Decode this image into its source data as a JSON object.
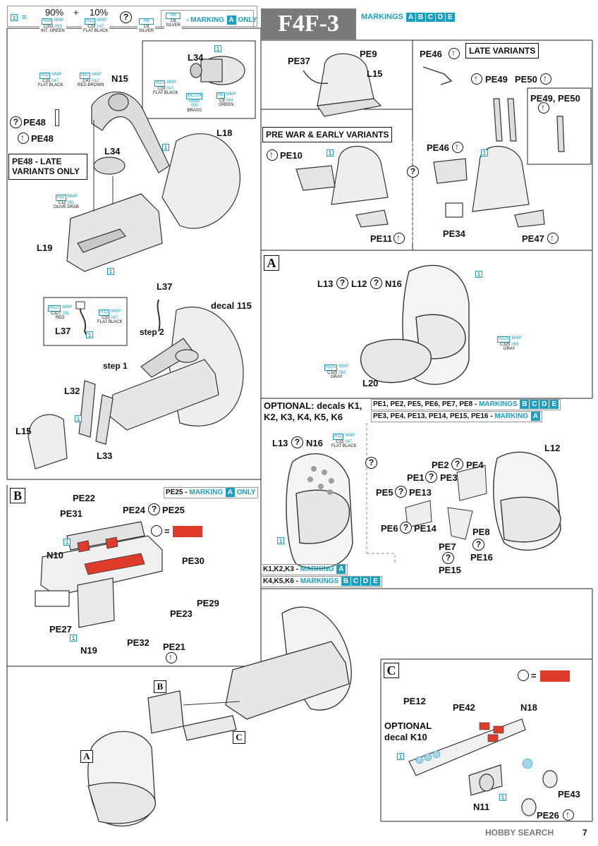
{
  "header": {
    "mix_num": "1",
    "mix_pct_a": "90%",
    "plus": "+",
    "mix_pct_b": "10%",
    "mix_a": {
      "h": "H58",
      "mmp": "MMP",
      "c": "C351",
      "n": "059",
      "name": "INT. GREEN"
    },
    "mix_b": {
      "h": "H12",
      "mmp": "MMP",
      "c": "C33",
      "n": "047",
      "name": "FLAT BLACK"
    },
    "silver": {
      "h": "H8",
      "c": "C8",
      "name": "SILVER"
    },
    "silver2": {
      "h": "H8",
      "c": "C8",
      "name": "SILVER"
    },
    "marking_only_text": "- MARKING",
    "marking_only_letter": "A",
    "marking_only_suffix": "ONLY",
    "title": "F4F-3",
    "markings_label": "MARKINGS",
    "markings_letters": [
      "A",
      "B",
      "C",
      "D",
      "E"
    ]
  },
  "colors": {
    "accent": "#1a9fc0",
    "red": "#e03a2b",
    "title_bg": "#7a7a7a"
  },
  "labels": {
    "L34": "L34",
    "N15": "N15",
    "PE48a": "PE48",
    "PE48b": "PE48",
    "L18": "L18",
    "L34b": "L34",
    "L19": "L19",
    "L37": "L37",
    "L37b": "L37",
    "decal115": "decal 115",
    "step1": "step 1",
    "step2": "step 2",
    "L32": "L32",
    "L15": "L15",
    "L33": "L33",
    "PE37": "PE37",
    "PE9": "PE9",
    "L15b": "L15",
    "PE46a": "PE46",
    "PE49": "PE49",
    "PE50": "PE50",
    "PE4950": "PE49, PE50",
    "PE10": "PE10",
    "PE46b": "PE46",
    "PE34": "PE34",
    "PE11": "PE11",
    "PE47": "PE47",
    "L13a": "L13",
    "L12a": "L12",
    "N16a": "N16",
    "L20": "L20",
    "L13b": "L13",
    "N16b": "N16",
    "L12b": "L12",
    "PE2": "PE2",
    "PE4": "PE4",
    "PE1": "PE1",
    "PE3": "PE3",
    "PE5": "PE5",
    "PE13": "PE13",
    "PE6": "PE6",
    "PE14": "PE14",
    "PE8": "PE8",
    "PE7": "PE7",
    "PE16": "PE16",
    "PE15": "PE15",
    "PE22": "PE22",
    "PE31": "PE31",
    "PE24": "PE24",
    "PE25": "PE25",
    "N10": "N10",
    "PE30": "PE30",
    "PE29": "PE29",
    "PE27": "PE27",
    "PE23": "PE23",
    "N19": "N19",
    "PE32": "PE32",
    "PE21": "PE21",
    "PE12": "PE12",
    "PE42": "PE42",
    "N18": "N18",
    "PE43": "PE43",
    "N11": "N11",
    "PE26": "PE26",
    "secA": "A",
    "secB": "B",
    "secC": "C",
    "refB": "B",
    "refC": "C",
    "refA": "A"
  },
  "boxes": {
    "pe48_late": "PE48 - LATE VARIANTS ONLY",
    "late_variants": "LATE VARIANTS",
    "pre_war": "PRE WAR & EARLY VARIANTS",
    "optional_decals": "OPTIONAL: decals K1, K2, K3, K4, K5, K6",
    "optional_k10": "OPTIONAL decal K10"
  },
  "markings_notes": {
    "pe1_group": "PE1, PE2, PE5, PE6, PE7, PE8 -",
    "pe1_group_mk": "MARKINGS",
    "pe3_group": "PE3, PE4, PE13, PE14, PE15, PE16 -",
    "pe3_group_mk": "MARKING",
    "k1k3": "K1,K2,K3 -",
    "k1k3_mk": "MARKING",
    "k4k6": "K4,K5,K6 -",
    "k4k6_mk": "MARKINGS",
    "pe25": "PE25 -",
    "pe25_mk": "MARKING",
    "pe25_only": "ONLY"
  },
  "color_callouts": {
    "n15_flat_black": {
      "h": "H12",
      "mmp": "MMP",
      "c": "C33",
      "n": "047",
      "name": "FLAT BLACK"
    },
    "n15_red_brown": {
      "h": "H47",
      "mmp": "MMP",
      "c": "C41",
      "n": "012",
      "name": "RED BROWN"
    },
    "l34_flat_black": {
      "h": "H12",
      "mmp": "MMP",
      "c": "C33",
      "n": "047",
      "name": "FLAT BLACK"
    },
    "l34_brass": {
      "h": "MC219",
      "mmp": "MMM",
      "n": "009",
      "name": "BRASS"
    },
    "l34_green": {
      "h": "H6",
      "mmp": "MMP",
      "c": "C6",
      "n": "004",
      "name": "GREEN"
    },
    "olive_drab": {
      "h": "H52",
      "mmp": "MMP",
      "c": "C12",
      "n": "091",
      "name": "OLIVE DRAB"
    },
    "l37_red": {
      "h": "H327",
      "mmp": "MMP",
      "c": "C327",
      "n": "101",
      "name": "RED"
    },
    "l37_black": {
      "h": "H12",
      "mmp": "MMP",
      "c": "C33",
      "n": "047",
      "name": "FLAT BLACK"
    },
    "gray_a": {
      "h": "H325",
      "mmp": "MMP",
      "c": "C325",
      "n": "063",
      "name": "GRAY"
    },
    "gray_b": {
      "h": "H325",
      "mmp": "MMP",
      "c": "C325",
      "n": "063",
      "name": "GRAY"
    },
    "opt_black": {
      "h": "H12",
      "mmp": "MMP",
      "c": "C33",
      "n": "047",
      "name": "FLAT BLACK"
    }
  },
  "misc": {
    "question": "?",
    "equals": "=",
    "one": "1",
    "watermark": "HOBBY SEARCH",
    "page_no": "7"
  }
}
